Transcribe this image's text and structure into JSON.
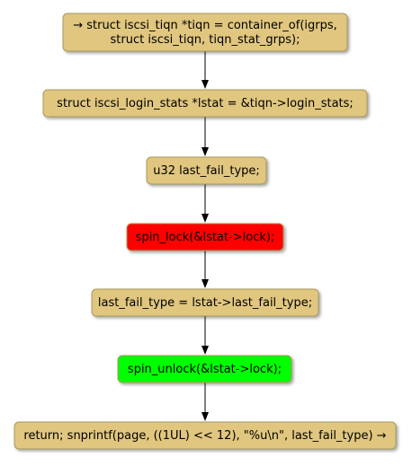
{
  "colors": {
    "node_default": "#e0c67f",
    "node_lock": "#ff0000",
    "node_unlock": "#00ff00",
    "edge": "#000000"
  },
  "nodes": [
    {
      "id": "n1",
      "lines": [
        "→ struct iscsi_tiqn *tiqn = container_of(igrps,",
        "struct iscsi_tiqn, tiqn_stat_grps);"
      ],
      "color": "node_default"
    },
    {
      "id": "n2",
      "lines": [
        "struct iscsi_login_stats *lstat = &tiqn->login_stats;"
      ],
      "color": "node_default"
    },
    {
      "id": "n3",
      "lines": [
        "u32 last_fail_type;"
      ],
      "color": "node_default"
    },
    {
      "id": "n4",
      "lines": [
        "spin_lock(&lstat->lock);"
      ],
      "color": "node_lock"
    },
    {
      "id": "n5",
      "lines": [
        "last_fail_type = lstat->last_fail_type;"
      ],
      "color": "node_default"
    },
    {
      "id": "n6",
      "lines": [
        "spin_unlock(&lstat->lock);"
      ],
      "color": "node_unlock"
    },
    {
      "id": "n7",
      "lines": [
        "return; snprintf(page, ((1UL) << 12), \"%u\\n\", last_fail_type) →"
      ],
      "color": "node_default"
    }
  ],
  "edges": [
    {
      "from": "n1",
      "to": "n2"
    },
    {
      "from": "n2",
      "to": "n3"
    },
    {
      "from": "n3",
      "to": "n4"
    },
    {
      "from": "n4",
      "to": "n5"
    },
    {
      "from": "n5",
      "to": "n6"
    },
    {
      "from": "n6",
      "to": "n7"
    }
  ]
}
